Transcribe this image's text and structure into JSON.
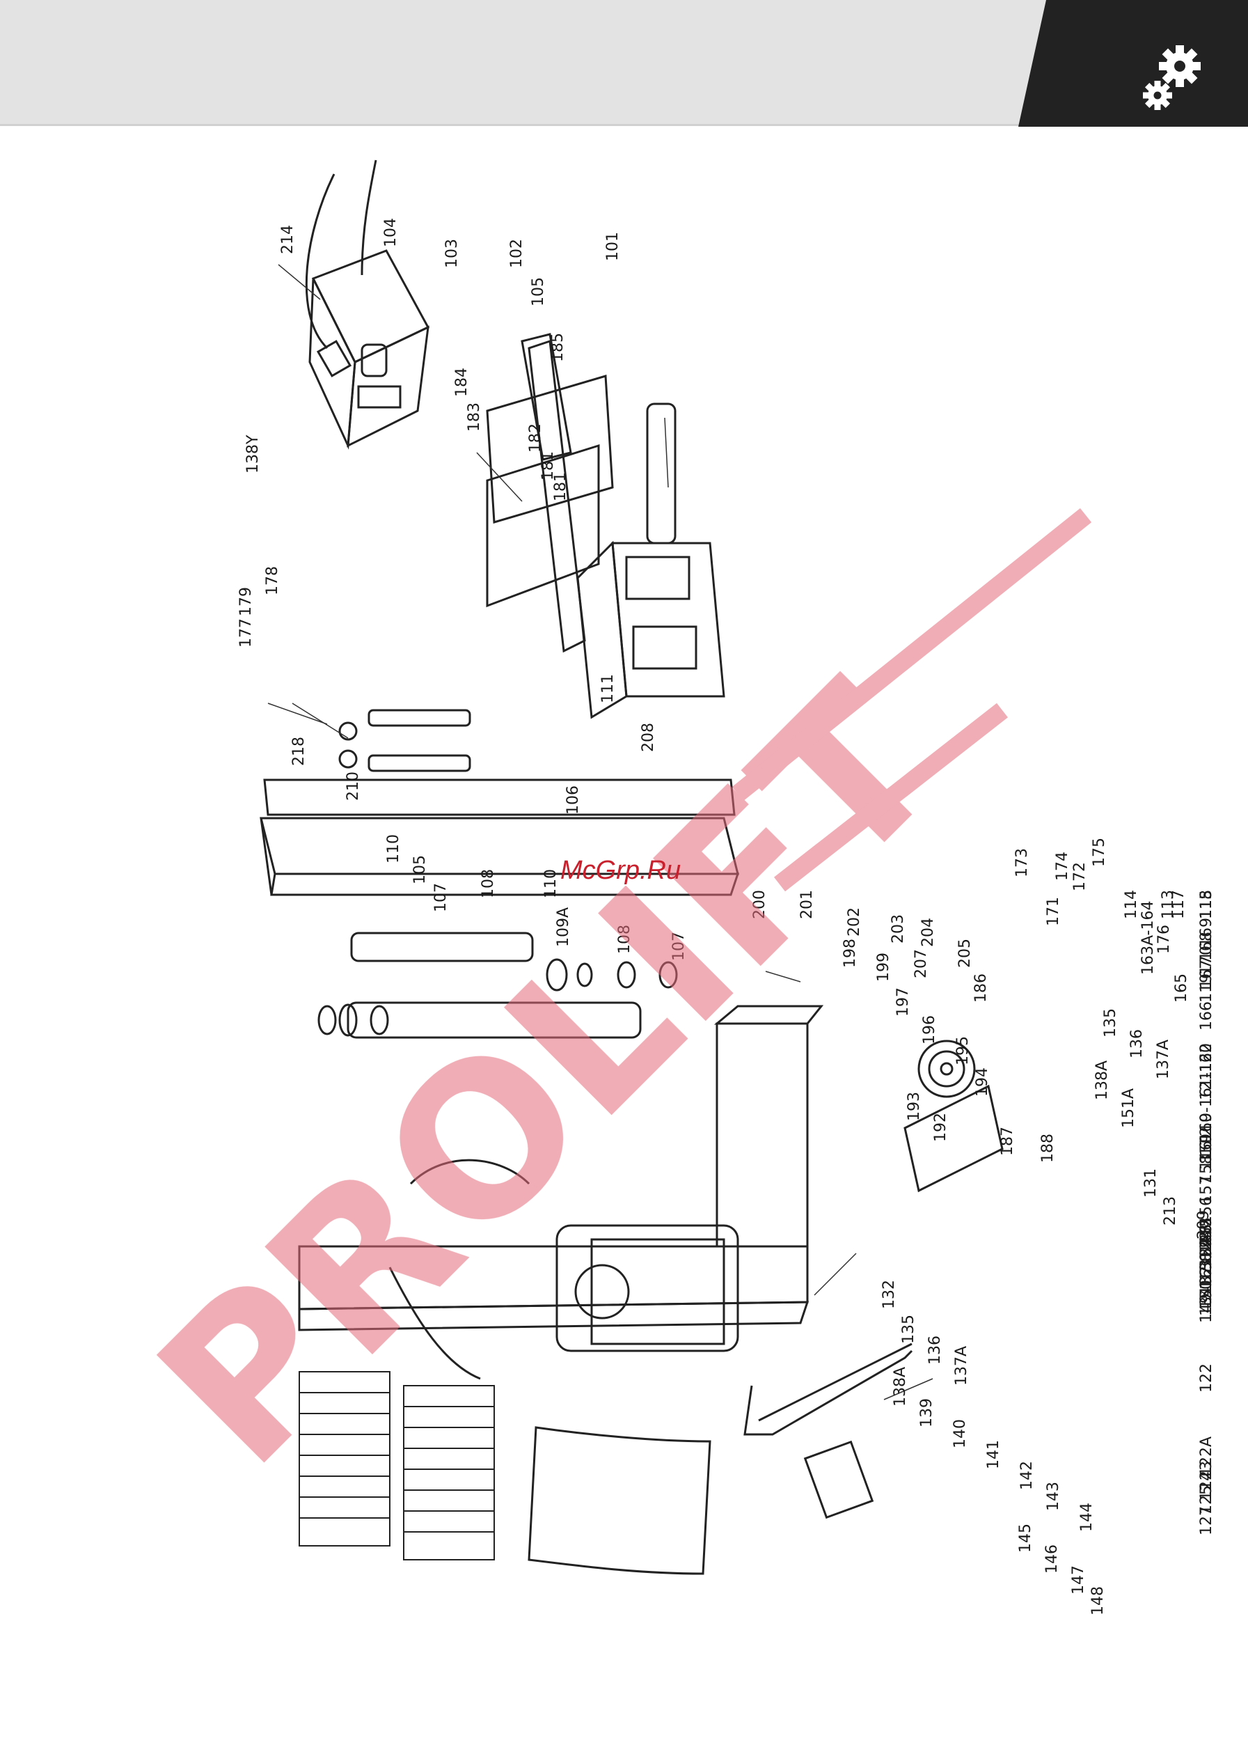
{
  "header": {
    "bar_color": "#e3e3e3",
    "corner_color": "#222222",
    "icon": "gears-icon"
  },
  "watermark": {
    "text": "PROLIFT",
    "site": "McGrp.Ru",
    "color": "#e46a7a"
  },
  "diagram": {
    "part_labels": [
      "214",
      "104",
      "103",
      "102",
      "101",
      "105",
      "185",
      "184",
      "183",
      "182",
      "181",
      "181",
      "138Y",
      "178",
      "179",
      "177",
      "218",
      "210",
      "110",
      "105",
      "108",
      "107",
      "110",
      "109A",
      "108",
      "107",
      "111",
      "208",
      "106",
      "200",
      "201",
      "202",
      "203",
      "204",
      "205",
      "207",
      "198",
      "199",
      "197",
      "196",
      "195",
      "194",
      "193",
      "192",
      "186",
      "187",
      "188",
      "171",
      "172",
      "173",
      "174",
      "175",
      "176",
      "114",
      "113",
      "115",
      "117",
      "118",
      "119",
      "120",
      "121",
      "122",
      "122A",
      "123",
      "124",
      "125",
      "127",
      "116",
      "119",
      "112",
      "131",
      "213",
      "209",
      "212",
      "126",
      "128",
      "129",
      "130",
      "132",
      "134",
      "132",
      "135",
      "136",
      "137A",
      "138A",
      "139",
      "140",
      "141",
      "142",
      "143",
      "144",
      "145",
      "146",
      "147",
      "148",
      "135",
      "136",
      "137A",
      "138A",
      "151A",
      "163A-164",
      "165",
      "166",
      "169",
      "168",
      "170",
      "167",
      "160-161-162",
      "159",
      "158",
      "157",
      "156",
      "155",
      "154",
      "163",
      "150",
      "149",
      "151",
      "137",
      "138",
      "152",
      "153"
    ]
  }
}
